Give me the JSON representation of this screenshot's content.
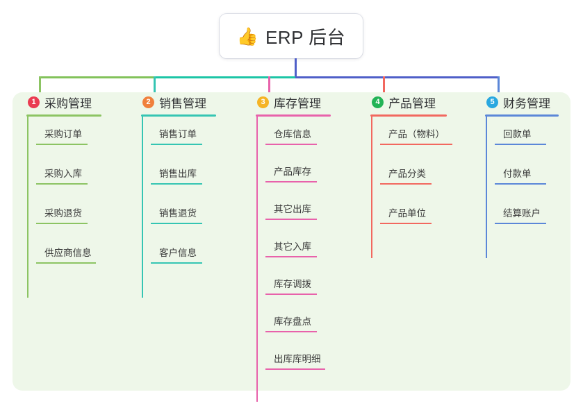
{
  "title_card": {
    "emoji": "👍",
    "emoji_name": "thumbs-up-icon",
    "text": "ERP 后台"
  },
  "panel": {
    "background": "#eef7e9"
  },
  "connectors": {
    "stem_color": "#4f5fc8",
    "bus_segment_left_color": "#82c25a",
    "bus_segment_mid_color": "#1cc5a6",
    "bus_segment_right_color": "#4f5fc8"
  },
  "columns": [
    {
      "index": "1",
      "badge": "1",
      "badge_color": "#ea3b51",
      "title": "采购管理",
      "line_color": "#8cc463",
      "items": [
        {
          "label": "采购订单"
        },
        {
          "label": "采购入库"
        },
        {
          "label": "采购退货"
        },
        {
          "label": "供应商信息"
        }
      ]
    },
    {
      "index": "2",
      "badge": "2",
      "badge_color": "#f0803c",
      "title": "销售管理",
      "line_color": "#35c5b3",
      "items": [
        {
          "label": "销售订单"
        },
        {
          "label": "销售出库"
        },
        {
          "label": "销售退货"
        },
        {
          "label": "客户信息"
        }
      ]
    },
    {
      "index": "3",
      "badge": "3",
      "badge_color": "#f5b425",
      "title": "库存管理",
      "line_color": "#e862ab",
      "items": [
        {
          "label": "仓库信息"
        },
        {
          "label": "产品库存"
        },
        {
          "label": "其它出库"
        },
        {
          "label": "其它入库"
        },
        {
          "label": "库存调拨"
        },
        {
          "label": "库存盘点"
        },
        {
          "label": "出库库明细"
        }
      ]
    },
    {
      "index": "4",
      "badge": "4",
      "badge_color": "#22b356",
      "title": "产品管理",
      "line_color": "#f2685f",
      "items": [
        {
          "label": "产品（物料）"
        },
        {
          "label": "产品分类"
        },
        {
          "label": "产品单位"
        }
      ]
    },
    {
      "index": "5",
      "badge": "5",
      "badge_color": "#29a8e0",
      "title": "财务管理",
      "line_color": "#5b87d8",
      "items": [
        {
          "label": "回款单"
        },
        {
          "label": "付款单"
        },
        {
          "label": "结算账户"
        }
      ]
    }
  ]
}
